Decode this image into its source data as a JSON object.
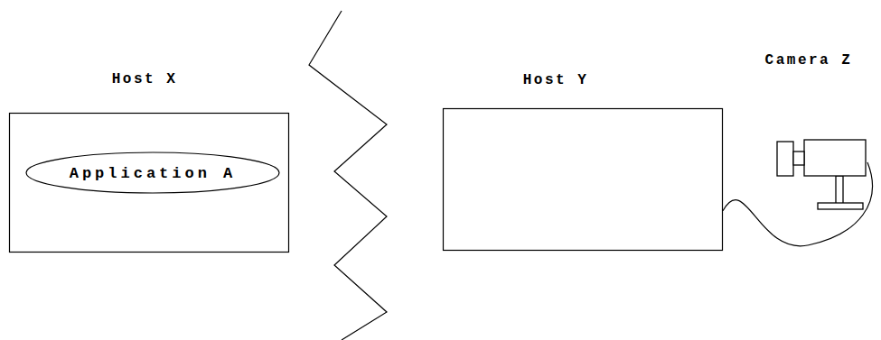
{
  "diagram": {
    "nodes": [
      {
        "text": [
          "Host X"
        ]
      },
      {
        "text": [
          "Application A"
        ],
        "in": 0
      },
      {
        "text": [
          "Host Y"
        ]
      },
      {
        "text": [
          "Camera Z"
        ]
      }
    ],
    "edges": [
      {
        "from": 2,
        "to": 3,
        "arrow": "none"
      }
    ]
  }
}
